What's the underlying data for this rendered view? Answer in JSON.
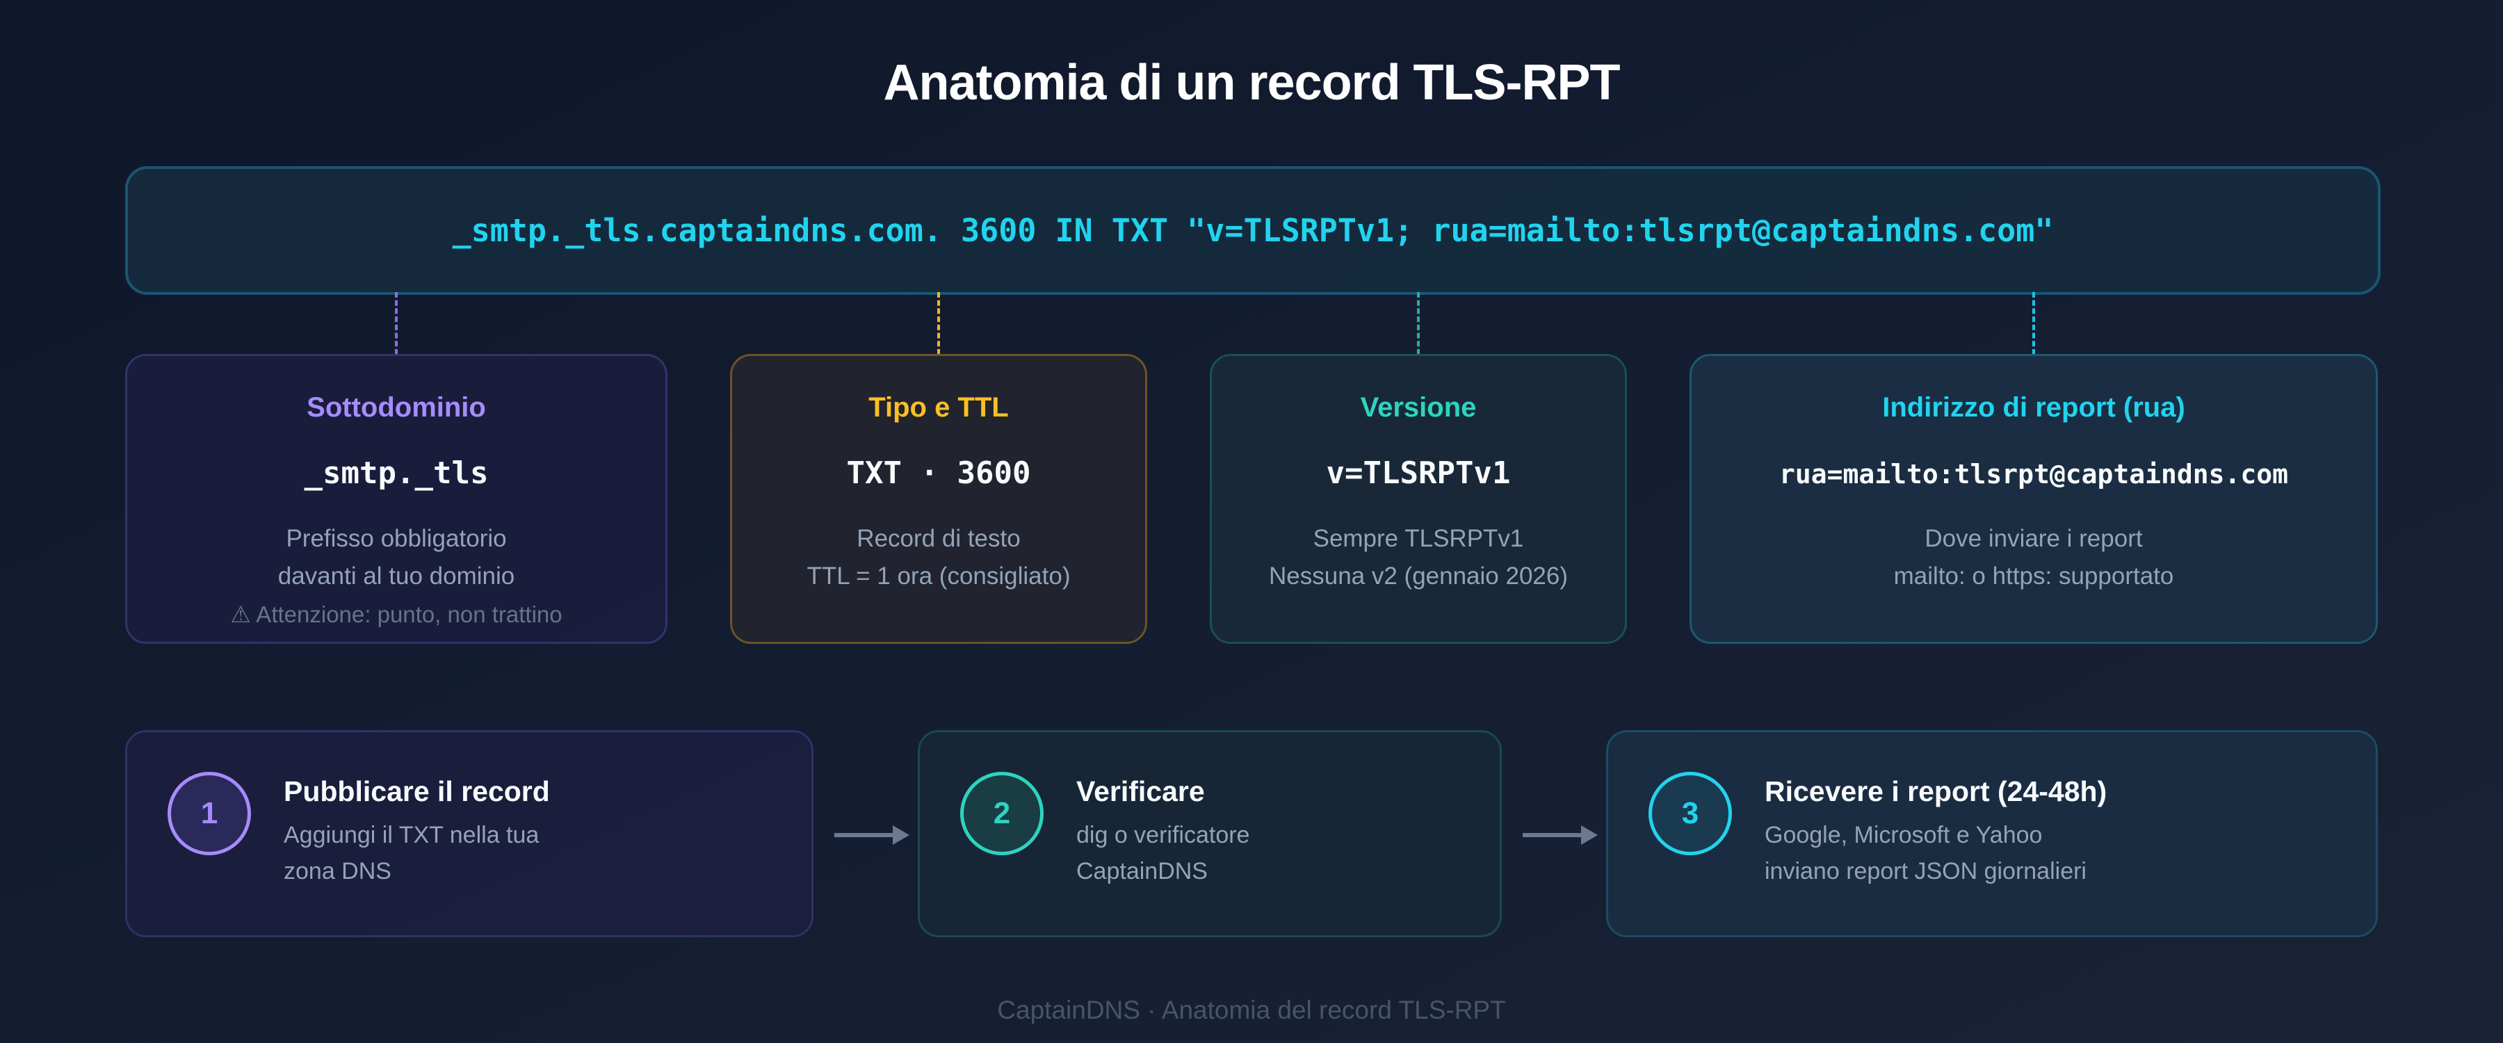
{
  "title": "Anatomia di un record TLS-RPT",
  "record": "_smtp._tls.captaindns.com. 3600 IN TXT \"v=TLSRPTv1; rua=mailto:tlsrpt@captaindns.com\"",
  "colors": {
    "purple": "#a78bfa",
    "amber": "#fbbf24",
    "teal": "#2dd4bf",
    "cyan": "#22d3ee",
    "muted": "#94a3b8"
  },
  "cards": [
    {
      "label": "Sottodominio",
      "value": "_smtp._tls",
      "desc": [
        "Prefisso obbligatorio",
        "davanti al tuo dominio"
      ],
      "note": "⚠ Attenzione: punto, non trattino"
    },
    {
      "label": "Tipo e TTL",
      "value": "TXT · 3600",
      "desc": [
        "Record di testo",
        "TTL = 1 ora (consigliato)"
      ]
    },
    {
      "label": "Versione",
      "value": "v=TLSRPTv1",
      "desc": [
        "Sempre TLSRPTv1",
        "Nessuna v2 (gennaio 2026)"
      ]
    },
    {
      "label": "Indirizzo di report (rua)",
      "value": "rua=mailto:tlsrpt@captaindns.com",
      "desc": [
        "Dove inviare i report",
        "mailto: o https: supportato"
      ]
    }
  ],
  "steps": [
    {
      "number": "1",
      "title": "Pubblicare il record",
      "desc": [
        "Aggiungi il TXT nella tua",
        "zona DNS"
      ]
    },
    {
      "number": "2",
      "title": "Verificare",
      "desc": [
        "dig o verificatore",
        "CaptainDNS"
      ]
    },
    {
      "number": "3",
      "title": "Ricevere i report (24-48h)",
      "desc": [
        "Google, Microsoft e Yahoo",
        "inviano report JSON giornalieri"
      ]
    }
  ],
  "footer": "CaptainDNS · Anatomia del record TLS-RPT"
}
